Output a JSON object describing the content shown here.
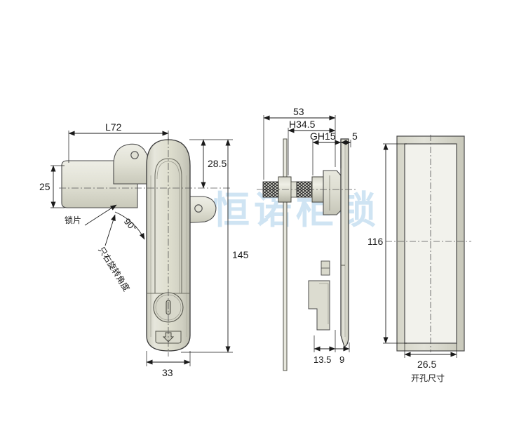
{
  "drawing": {
    "title": "Cabinet lock plane handle technical drawing",
    "watermark": "恒诺柜锁",
    "background_color": "#ffffff",
    "body_fill": "#dcdcd0",
    "body_fill_light": "#e8e8de",
    "body_fill_dark": "#c8c8ba",
    "line_color": "#3a3a3a",
    "dimension_color": "#1a1a1a",
    "watermark_color": "#cfe4f3"
  },
  "views": {
    "front": {
      "name": "front-view",
      "dimensions": {
        "handle_length": "L72",
        "plate_height": "25",
        "top_offset": "28.5",
        "total_height": "145",
        "width": "33"
      },
      "annotations": {
        "lock_plate": "锁片",
        "rotation_label": "只右旋转角度",
        "rotation_angle": "90°"
      }
    },
    "side": {
      "name": "side-view",
      "dimensions": {
        "total_depth": "53",
        "h_dim": "H34.5",
        "gh_dim": "GH15",
        "front_dim": "5",
        "back_dim": "13.5",
        "plate_thickness": "9"
      }
    },
    "cutout": {
      "name": "cutout-view",
      "dimensions": {
        "height": "116",
        "width": "26.5"
      },
      "label": "开孔尺寸"
    }
  }
}
